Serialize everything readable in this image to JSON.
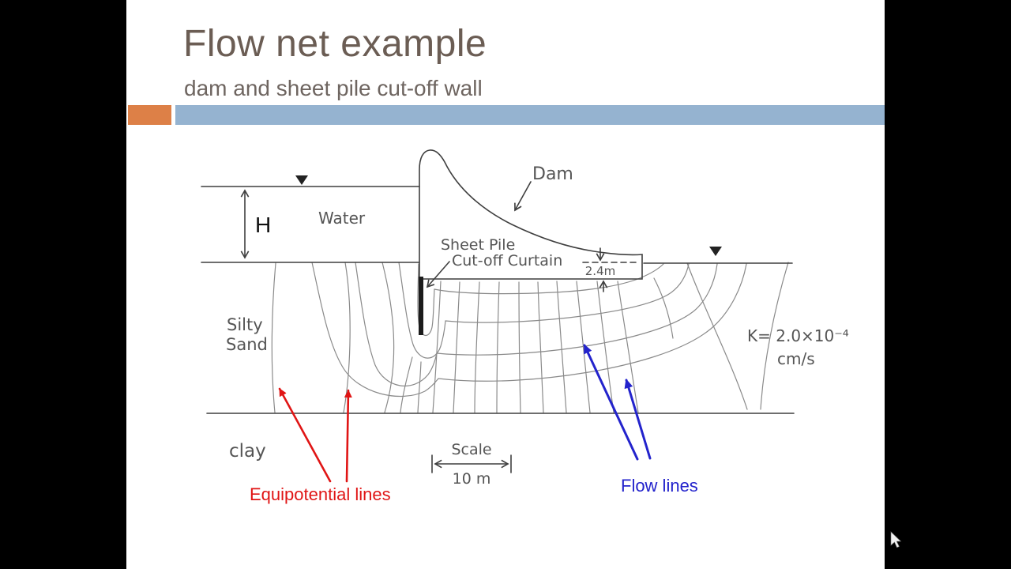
{
  "slide": {
    "title": "Flow net example",
    "subtitle": "dam and sheet pile cut-off wall"
  },
  "diagram": {
    "dam_label": "Dam",
    "water_label": "Water",
    "head_label": "H",
    "sheet_pile_label_line1": "Sheet Pile",
    "sheet_pile_label_line2": "Cut-off Curtain",
    "toe_depth_label": "2.4m",
    "soil_label_line1": "Silty",
    "soil_label_line2": "Sand",
    "clay_label": "clay",
    "permeability_value": "K= 2.0×10⁻⁴",
    "permeability_units": "cm/s",
    "scale_label": "Scale",
    "scale_value": "10 m"
  },
  "annotations": {
    "equipotential_label": "Equipotential lines",
    "flow_label": "Flow lines"
  },
  "colors": {
    "accent_orange": "#dd8047",
    "accent_blue": "#95b3d0",
    "annotation_red": "#e01515",
    "annotation_blue": "#2323cc",
    "title_color": "#6b5d54",
    "subtitle_color": "#6e6560",
    "ink_dark": "#3f3f3f",
    "ink_light": "#8a8a8a",
    "hand_text": "#555555"
  }
}
